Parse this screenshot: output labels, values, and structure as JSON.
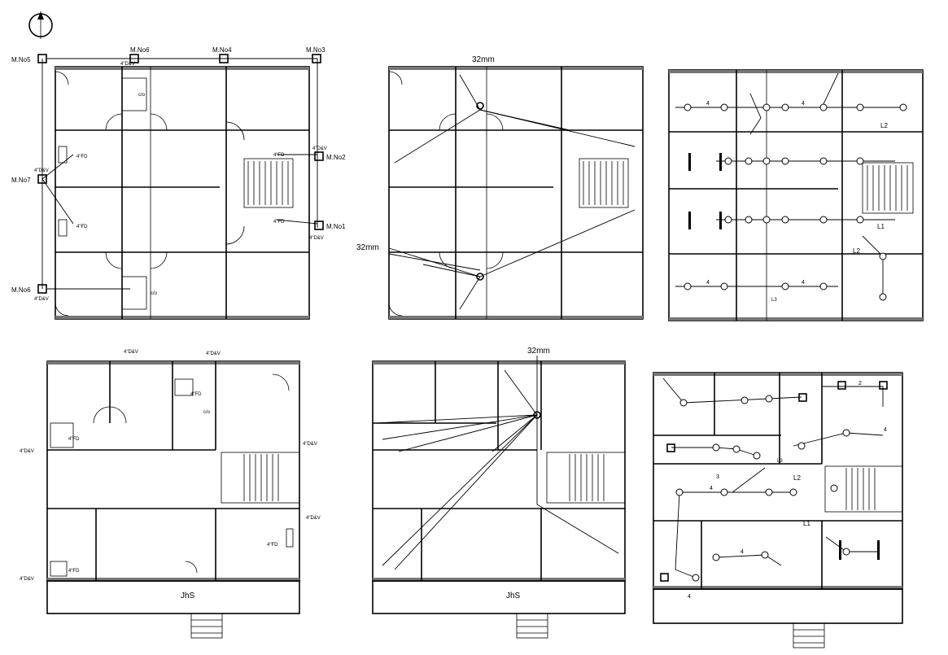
{
  "north_symbol": "north-arrow",
  "labels": {
    "manholes": [
      "M.No5",
      "M.No6",
      "M.No4",
      "M.No3",
      "M.No7",
      "M.No2",
      "M.No1",
      "M.No6"
    ],
    "dav": "4\"D&V",
    "fd": "4\"FD",
    "co": "c/o",
    "pipe_32mm": "32mm",
    "jhs": "JhS",
    "l1": "L1",
    "l2": "L2",
    "l3": "L3",
    "segment": "4",
    "segment2": "2",
    "segment3": "3"
  },
  "colors": {
    "line": "#000000",
    "hatch": "#777777",
    "background": "#ffffff"
  }
}
